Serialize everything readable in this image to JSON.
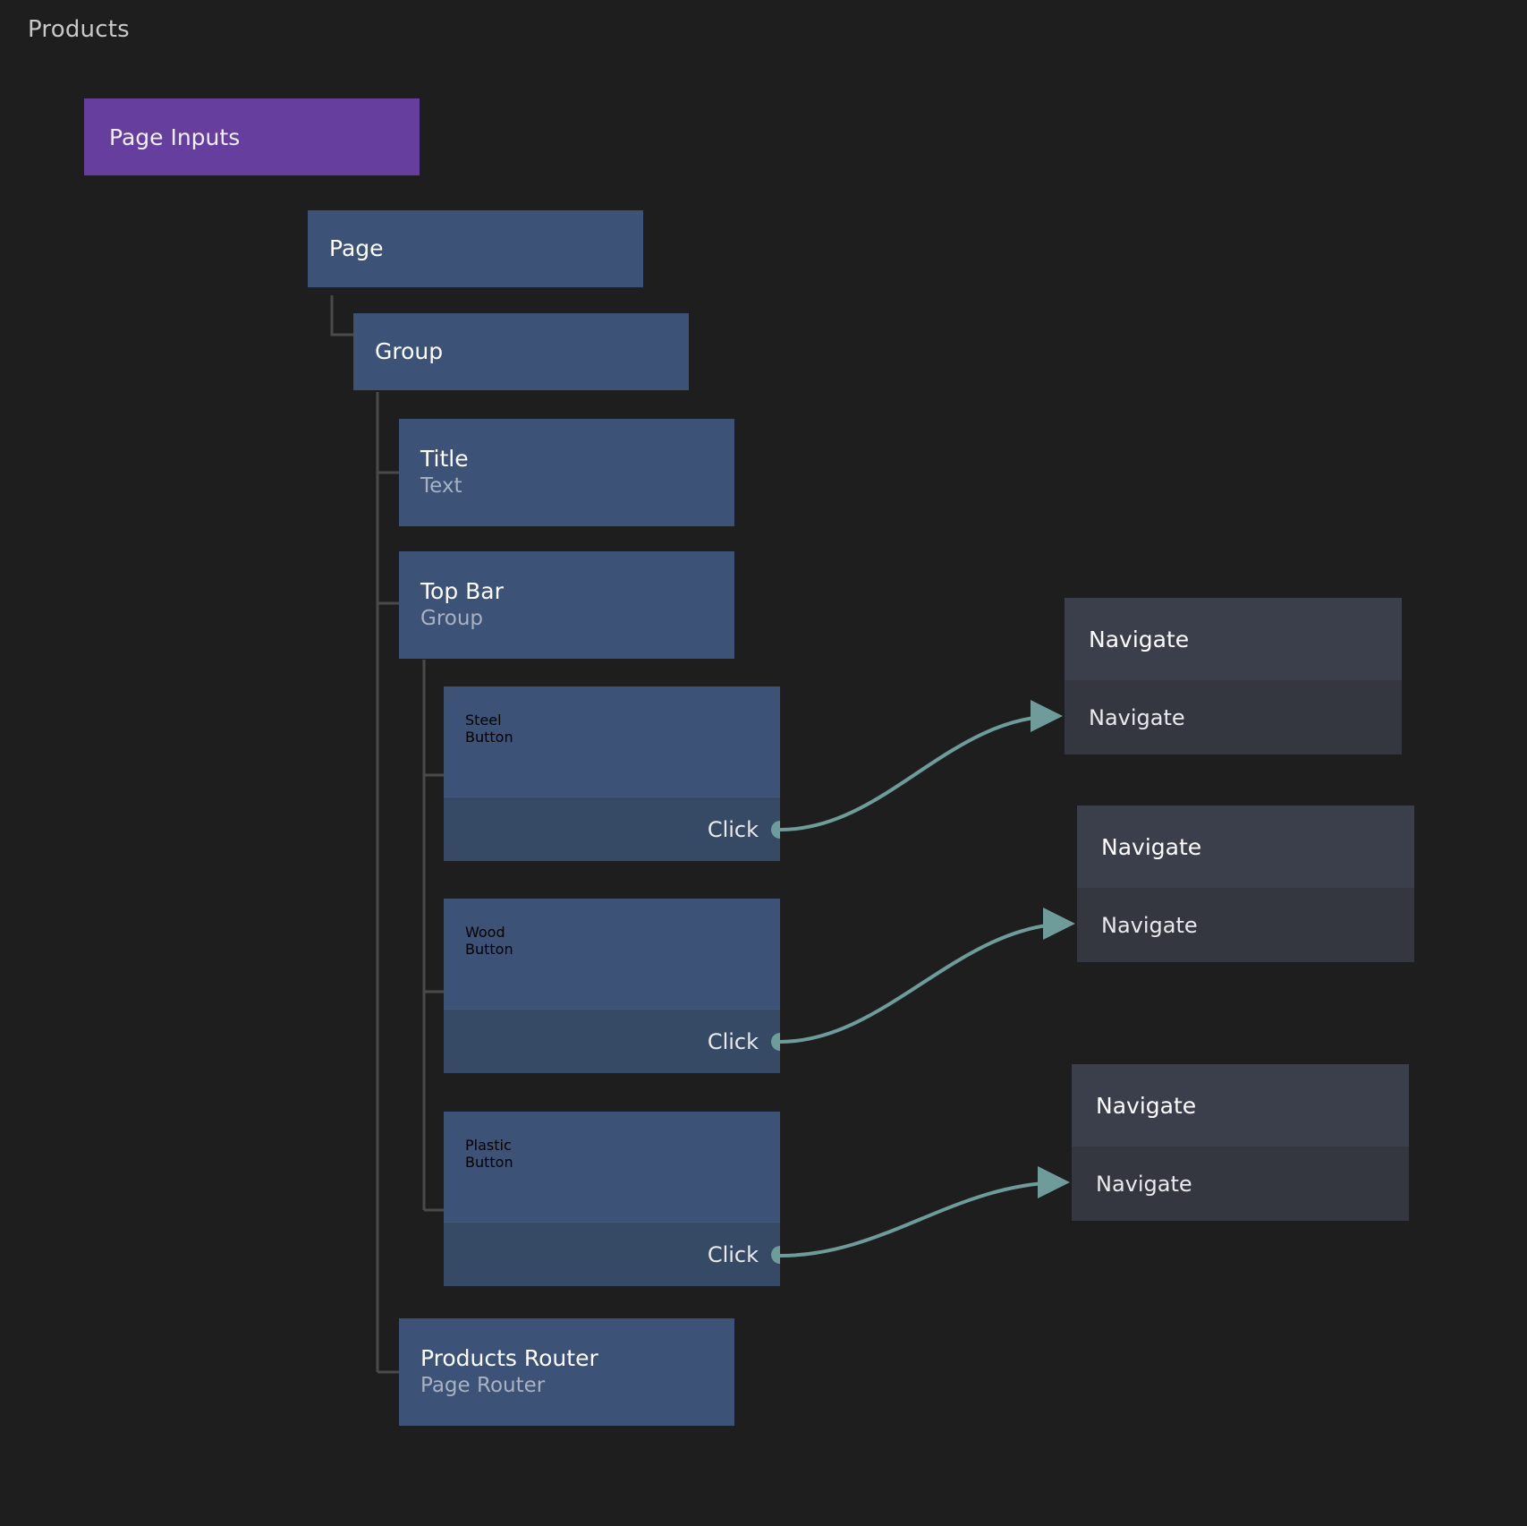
{
  "canvas": {
    "title": "Products",
    "background_color": "#1e1e1e",
    "edge_color": "#6e9c9b",
    "guide_color": "#4a4a4a"
  },
  "page_inputs_node": {
    "label": "Page Inputs",
    "color": "#663f9e"
  },
  "tree": [
    {
      "name": "page",
      "title": "Page",
      "subtitle": ""
    },
    {
      "name": "group",
      "title": "Group",
      "subtitle": ""
    },
    {
      "name": "title",
      "title": "Title",
      "subtitle": "Text"
    },
    {
      "name": "top-bar",
      "title": "Top Bar",
      "subtitle": "Group"
    },
    {
      "name": "steel",
      "title": "Steel",
      "subtitle": "Button",
      "event": "Click"
    },
    {
      "name": "wood",
      "title": "Wood",
      "subtitle": "Button",
      "event": "Click"
    },
    {
      "name": "plastic",
      "title": "Plastic",
      "subtitle": "Button",
      "event": "Click"
    },
    {
      "name": "products-router",
      "title": "Products Router",
      "subtitle": "Page Router"
    }
  ],
  "actions": [
    {
      "name": "navigate-steel",
      "title": "Navigate",
      "row": "Navigate"
    },
    {
      "name": "navigate-wood",
      "title": "Navigate",
      "row": "Navigate"
    },
    {
      "name": "navigate-plastic",
      "title": "Navigate",
      "row": "Navigate"
    }
  ],
  "node_colors": {
    "component": "#3d5277",
    "component_event": "#364965",
    "action_head": "#3b3e4b",
    "action_body": "#34373f"
  }
}
